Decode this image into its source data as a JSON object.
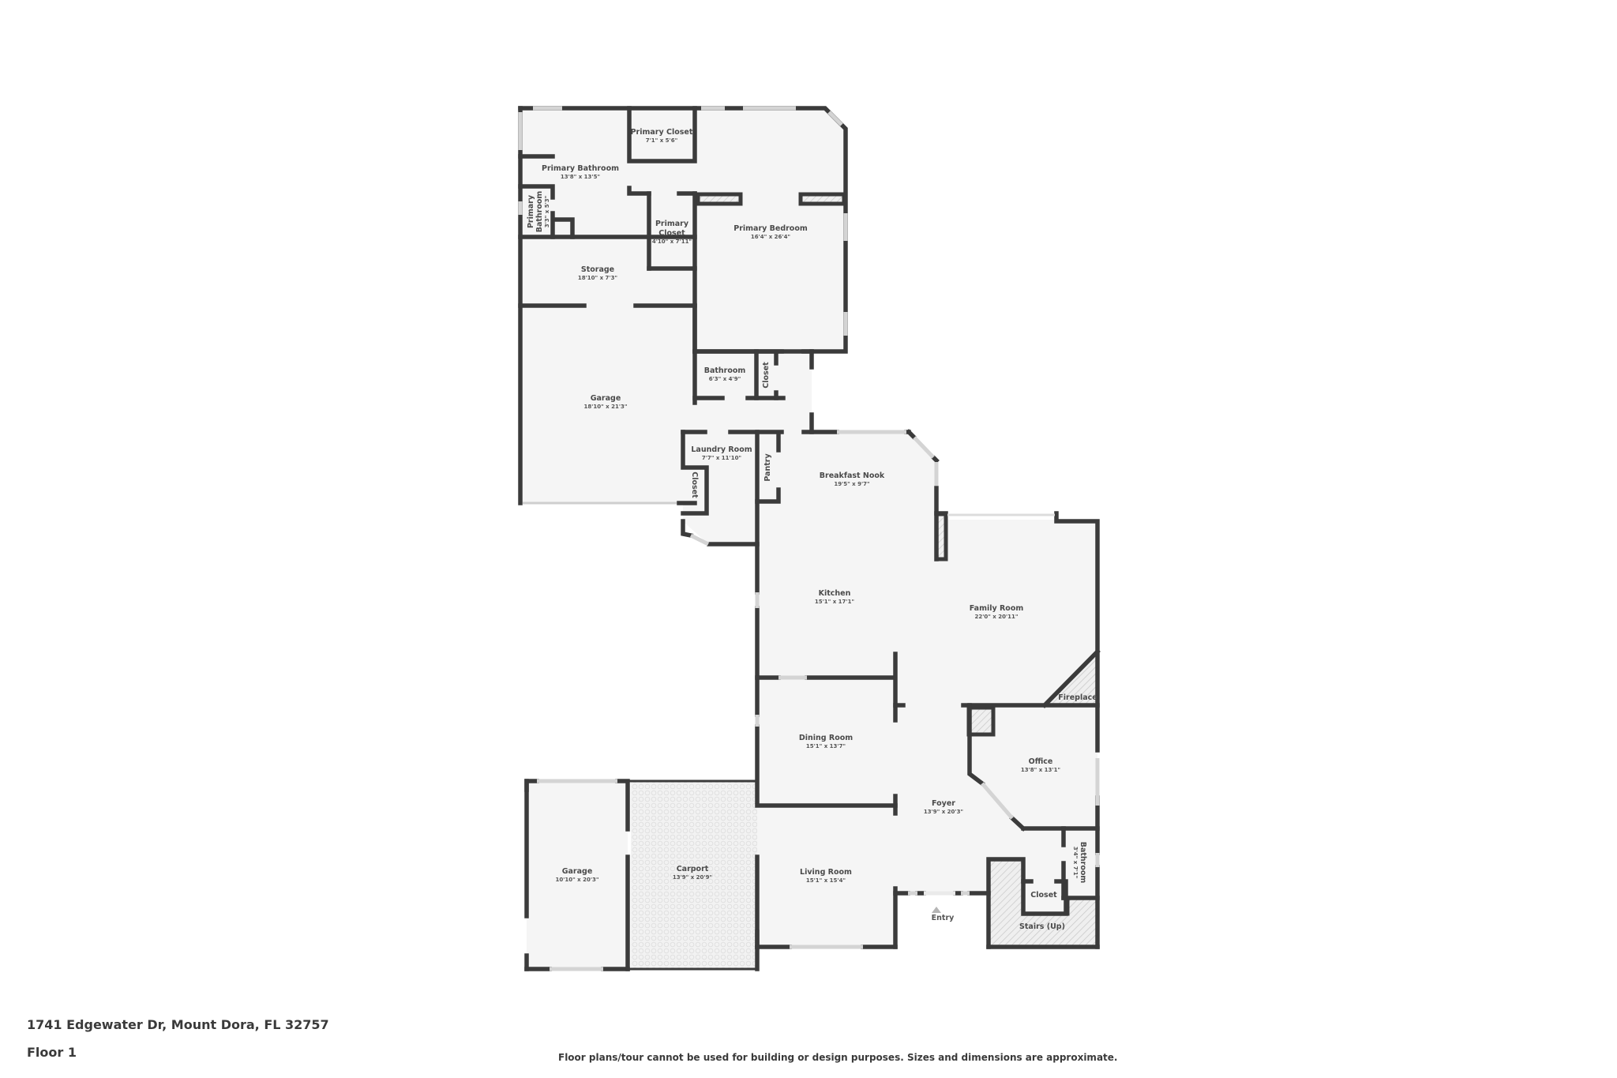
{
  "footer": {
    "address": "1741 Edgewater Dr, Mount Dora, FL 32757",
    "floor": "Floor 1",
    "disclaimer": "Floor plans/tour cannot be used for building or design purposes. Sizes and dimensions are approximate."
  },
  "colors": {
    "wall": "#3b3b3b",
    "floor": "#f5f5f5",
    "text": "#4a4a4a",
    "window": "#d4d4d4"
  },
  "rooms": {
    "primary_closet_top": {
      "name": "Primary Closet",
      "dims": "7'1\" x 5'6\""
    },
    "primary_bathroom": {
      "name": "Primary Bathroom",
      "dims": "13'8\" x 13'5\""
    },
    "primary_bathroom_small": {
      "name_line1": "Primary",
      "name_line2": "Bathroom",
      "dims": "3'3\" x 5'3\""
    },
    "primary_closet_mid": {
      "name_line1": "Primary",
      "name_line2": "Closet",
      "dims": "4'10\" x 7'11\""
    },
    "primary_bedroom": {
      "name": "Primary Bedroom",
      "dims": "16'4\" x 26'4\""
    },
    "storage": {
      "name": "Storage",
      "dims": "18'10\" x 7'3\""
    },
    "garage_main": {
      "name": "Garage",
      "dims": "18'10\" x 21'3\""
    },
    "bathroom_hall": {
      "name": "Bathroom",
      "dims": "6'3\" x 4'9\""
    },
    "closet_hall": {
      "name": "Closet"
    },
    "laundry_room": {
      "name": "Laundry Room",
      "dims": "7'7\" x 11'10\""
    },
    "closet_laundry": {
      "name": "Closet"
    },
    "pantry": {
      "name": "Pantry"
    },
    "breakfast_nook": {
      "name": "Breakfast Nook",
      "dims": "19'5\" x 9'7\""
    },
    "kitchen": {
      "name": "Kitchen",
      "dims": "15'1\" x 17'1\""
    },
    "family_room": {
      "name": "Family Room",
      "dims": "22'0\" x 20'11\""
    },
    "fireplace": {
      "name": "Fireplace"
    },
    "dining_room": {
      "name": "Dining Room",
      "dims": "15'1\" x 13'7\""
    },
    "office": {
      "name": "Office",
      "dims": "13'8\" x 13'1\""
    },
    "foyer": {
      "name": "Foyer",
      "dims": "13'9\" x 20'3\""
    },
    "bathroom_foyer": {
      "name": "Bathroom",
      "dims": "3'4\" x 7'1\""
    },
    "closet_foyer": {
      "name": "Closet"
    },
    "stairs": {
      "name": "Stairs (Up)"
    },
    "living_room": {
      "name": "Living Room",
      "dims": "15'1\" x 15'4\""
    },
    "carport": {
      "name": "Carport",
      "dims": "13'9\" x 20'9\""
    },
    "garage_small": {
      "name": "Garage",
      "dims": "10'10\" x 20'3\""
    },
    "entry": {
      "name": "Entry"
    }
  }
}
